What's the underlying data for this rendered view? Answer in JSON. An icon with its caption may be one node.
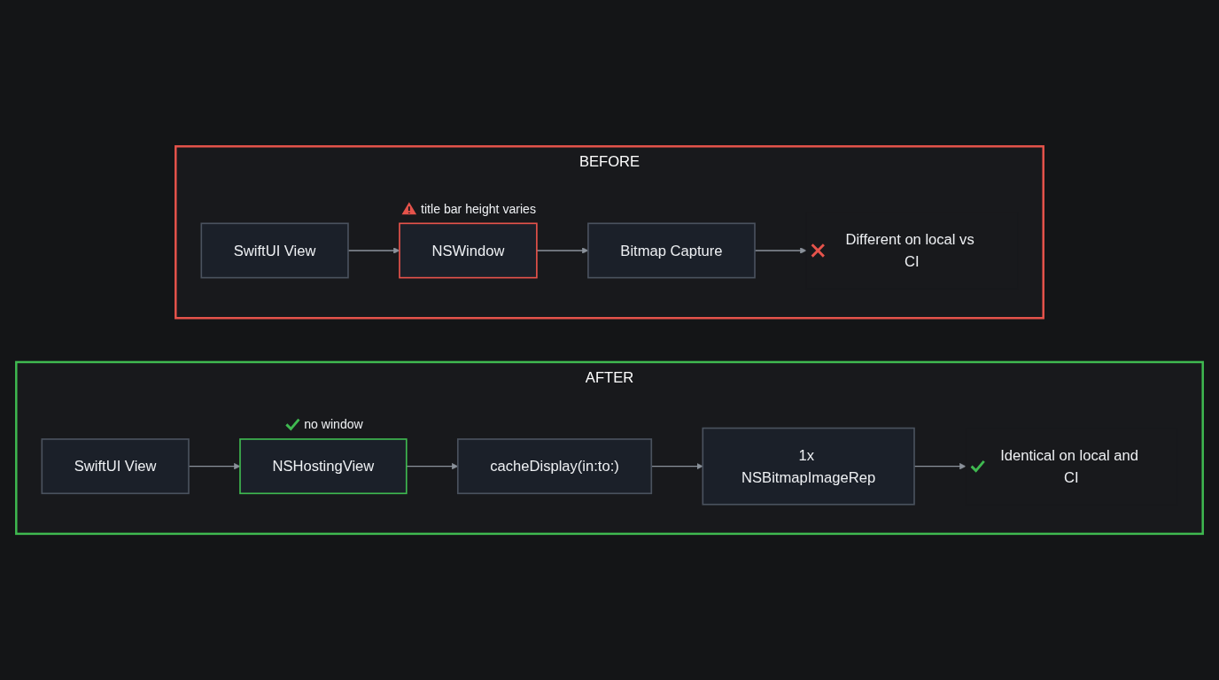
{
  "diagram": {
    "nodes": [
      {
        "text": [
          "BEFORE"
        ]
      },
      {
        "text": [
          "SwiftUI View"
        ],
        "in": 0
      },
      {
        "text": [
          "NSWindow"
        ],
        "in": 0,
        "beside": [
          "title bar height varies"
        ]
      },
      {
        "text": [
          "Bitmap Capture"
        ],
        "in": 0
      },
      {
        "text": [
          "Different on local vs CI"
        ],
        "in": 0
      },
      {
        "text": [
          "AFTER"
        ]
      },
      {
        "text": [
          "SwiftUI View"
        ],
        "in": 5
      },
      {
        "text": [
          "NSHostingView"
        ],
        "in": 5,
        "beside": [
          "no window"
        ]
      },
      {
        "text": [
          "cacheDisplay(in:to:)"
        ],
        "in": 5
      },
      {
        "text": [
          "1x NSBitmapImageRep"
        ],
        "in": 5
      },
      {
        "text": [
          "Identical on local and CI"
        ],
        "in": 5
      }
    ],
    "edges": [
      {
        "from": 1,
        "to": 2,
        "arrow": "to"
      },
      {
        "from": 2,
        "to": 3,
        "arrow": "to"
      },
      {
        "from": 3,
        "to": 4,
        "arrow": "to"
      },
      {
        "from": 6,
        "to": 7,
        "arrow": "to"
      },
      {
        "from": 7,
        "to": 8,
        "arrow": "to"
      },
      {
        "from": 8,
        "to": 9,
        "arrow": "to"
      },
      {
        "from": 9,
        "to": 10,
        "arrow": "to"
      }
    ]
  }
}
